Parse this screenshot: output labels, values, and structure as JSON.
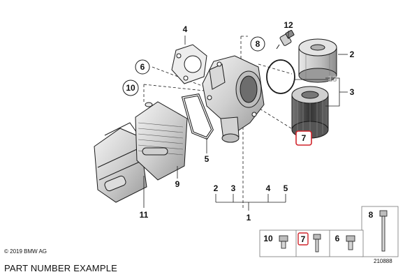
{
  "callouts": {
    "p1": "1",
    "p2": "2",
    "p3": "3",
    "p4": "4",
    "p5": "5",
    "p6": "6",
    "p7": "7",
    "p8": "8",
    "p9": "9",
    "p10": "10",
    "p11": "11",
    "p12": "12",
    "p13": "13"
  },
  "bracket_1_labels": [
    "2",
    "3",
    "4",
    "5"
  ],
  "hardware_table": {
    "labels": [
      "10",
      "7",
      "6",
      "8"
    ]
  },
  "footer": {
    "copyright": "© 2019 BMW AG",
    "title": "PART NUMBER EXAMPLE",
    "reference": "210888"
  },
  "colors": {
    "line": "#1a1a1a",
    "highlight": "#d0242b",
    "faded": "#b4b4b4"
  }
}
